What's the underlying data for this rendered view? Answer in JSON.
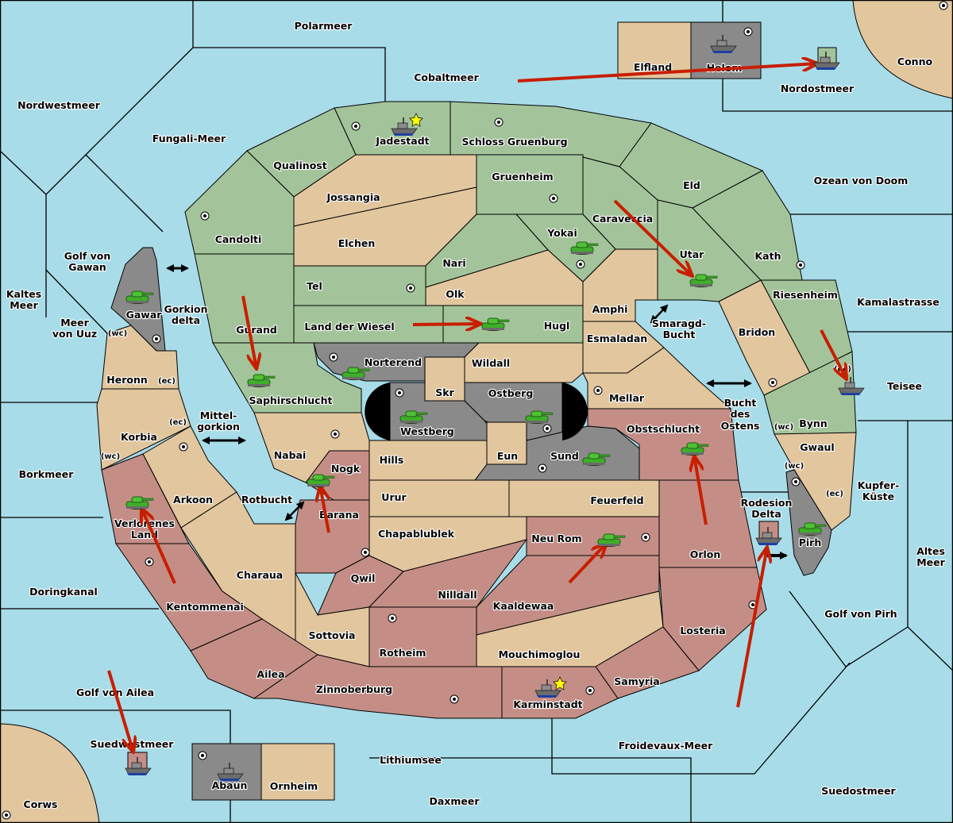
{
  "map": {
    "colors": {
      "sea": "#a8dce9",
      "green_power": "#a3c49a",
      "red_power": "#c48e86",
      "grey_power": "#8a8a8a",
      "neutral": "#e2c69e",
      "order_arrow": "#c81e00",
      "supply_star": "#ffff00"
    },
    "sea_regions": [
      {
        "name": "Polarmeer"
      },
      {
        "name": "Cobaltmeer"
      },
      {
        "name": "Nordwestmeer"
      },
      {
        "name": "Fungali-Meer"
      },
      {
        "name": "Nordostmeer"
      },
      {
        "name": "Ozean von Doom"
      },
      {
        "name": "Golf von Gawan"
      },
      {
        "name": "Kaltes Meer"
      },
      {
        "name": "Meer von Uuz"
      },
      {
        "name": "Gorkion delta"
      },
      {
        "name": "Kamalastrasse"
      },
      {
        "name": "Smaragd-Bucht"
      },
      {
        "name": "Teisee"
      },
      {
        "name": "Mittel-gorkion"
      },
      {
        "name": "Bucht des Ostens"
      },
      {
        "name": "Borkmeer"
      },
      {
        "name": "Rotbucht"
      },
      {
        "name": "Kupfer-Küste"
      },
      {
        "name": "Rodesion Delta"
      },
      {
        "name": "Altes Meer"
      },
      {
        "name": "Doringkanal"
      },
      {
        "name": "Golf von Pirh"
      },
      {
        "name": "Golf von Ailea"
      },
      {
        "name": "Suedwestmeer"
      },
      {
        "name": "Froidevaux-Meer"
      },
      {
        "name": "Lithiumsee"
      },
      {
        "name": "Daxmeer"
      },
      {
        "name": "Suedostmeer"
      }
    ],
    "land_regions": [
      {
        "name": "Elfland",
        "owner": "neutral"
      },
      {
        "name": "Helom",
        "owner": "grey"
      },
      {
        "name": "Conno",
        "owner": "neutral"
      },
      {
        "name": "Jadestadt",
        "owner": "green"
      },
      {
        "name": "Schloss Gruenburg",
        "owner": "green"
      },
      {
        "name": "Qualinost",
        "owner": "green"
      },
      {
        "name": "Jossangia",
        "owner": "neutral"
      },
      {
        "name": "Gruenheim",
        "owner": "green"
      },
      {
        "name": "Eld",
        "owner": "green"
      },
      {
        "name": "Candolti",
        "owner": "green"
      },
      {
        "name": "Elchen",
        "owner": "neutral"
      },
      {
        "name": "Caraveccia",
        "owner": "green"
      },
      {
        "name": "Yokai",
        "owner": "green"
      },
      {
        "name": "Nari",
        "owner": "green"
      },
      {
        "name": "Utar",
        "owner": "green"
      },
      {
        "name": "Kath",
        "owner": "green"
      },
      {
        "name": "Tel",
        "owner": "green"
      },
      {
        "name": "Olk",
        "owner": "neutral"
      },
      {
        "name": "Riesenheim",
        "owner": "green"
      },
      {
        "name": "Amphi",
        "owner": "neutral"
      },
      {
        "name": "Gawar",
        "owner": "grey"
      },
      {
        "name": "Gurand",
        "owner": "green"
      },
      {
        "name": "Land der Wiesel",
        "owner": "green"
      },
      {
        "name": "Hugl",
        "owner": "green"
      },
      {
        "name": "Bridon",
        "owner": "neutral"
      },
      {
        "name": "Esmaladan",
        "owner": "neutral"
      },
      {
        "name": "Norterend",
        "owner": "grey"
      },
      {
        "name": "Wildall",
        "owner": "neutral"
      },
      {
        "name": "Heronn",
        "owner": "neutral"
      },
      {
        "name": "Skr",
        "owner": "neutral"
      },
      {
        "name": "Saphirschlucht",
        "owner": "green"
      },
      {
        "name": "Ostberg",
        "owner": "grey"
      },
      {
        "name": "Mellar",
        "owner": "neutral"
      },
      {
        "name": "Westberg",
        "owner": "grey"
      },
      {
        "name": "Bynn",
        "owner": "green"
      },
      {
        "name": "Korbia",
        "owner": "neutral"
      },
      {
        "name": "Obstschlucht",
        "owner": "red"
      },
      {
        "name": "Eun",
        "owner": "neutral"
      },
      {
        "name": "Sund",
        "owner": "grey"
      },
      {
        "name": "Nabai",
        "owner": "neutral"
      },
      {
        "name": "Hills",
        "owner": "neutral"
      },
      {
        "name": "Gwaul",
        "owner": "neutral"
      },
      {
        "name": "Nogk",
        "owner": "red"
      },
      {
        "name": "Arkoon",
        "owner": "neutral"
      },
      {
        "name": "Urur",
        "owner": "neutral"
      },
      {
        "name": "Feuerfeld",
        "owner": "neutral"
      },
      {
        "name": "Verlorenes Land",
        "owner": "red"
      },
      {
        "name": "Barana",
        "owner": "red"
      },
      {
        "name": "Chapablublek",
        "owner": "neutral"
      },
      {
        "name": "Neu Rom",
        "owner": "red"
      },
      {
        "name": "Pirh",
        "owner": "grey"
      },
      {
        "name": "Orlon",
        "owner": "red"
      },
      {
        "name": "Charaua",
        "owner": "neutral"
      },
      {
        "name": "Qwil",
        "owner": "red"
      },
      {
        "name": "Nilldall",
        "owner": "red"
      },
      {
        "name": "Kentommenai",
        "owner": "red"
      },
      {
        "name": "Kaaldewaa",
        "owner": "red"
      },
      {
        "name": "Losteria",
        "owner": "red"
      },
      {
        "name": "Sottovia",
        "owner": "neutral"
      },
      {
        "name": "Rotheim",
        "owner": "red"
      },
      {
        "name": "Mouchimoglou",
        "owner": "neutral"
      },
      {
        "name": "Ailea",
        "owner": "red"
      },
      {
        "name": "Samyria",
        "owner": "red"
      },
      {
        "name": "Zinnoberburg",
        "owner": "red"
      },
      {
        "name": "Karminstadt",
        "owner": "red"
      },
      {
        "name": "Abaun",
        "owner": "grey"
      },
      {
        "name": "Ornheim",
        "owner": "neutral"
      },
      {
        "name": "Corws",
        "owner": "neutral"
      }
    ],
    "coast_labels": [
      "(wc)",
      "(ec)",
      "(ec)",
      "(wc)",
      "(ec)",
      "(wc)",
      "(wc)",
      "(ec)"
    ],
    "units": [
      {
        "type": "fleet",
        "location": "Helom",
        "owner": "grey"
      },
      {
        "type": "fleet",
        "location": "Nordostmeer",
        "owner": "green"
      },
      {
        "type": "fleet",
        "location": "Jadestadt",
        "owner": "grey"
      },
      {
        "type": "army",
        "location": "Yokai",
        "owner": "green"
      },
      {
        "type": "army",
        "location": "Utar",
        "owner": "green"
      },
      {
        "type": "army",
        "location": "Gawar",
        "owner": "green"
      },
      {
        "type": "army",
        "location": "Hugl",
        "owner": "green"
      },
      {
        "type": "army",
        "location": "Saphirschlucht",
        "owner": "green"
      },
      {
        "type": "army",
        "location": "Norterend",
        "owner": "green"
      },
      {
        "type": "army",
        "location": "Westberg",
        "owner": "green"
      },
      {
        "type": "army",
        "location": "Ostberg",
        "owner": "green"
      },
      {
        "type": "army",
        "location": "Sund",
        "owner": "green"
      },
      {
        "type": "army",
        "location": "Obstschlucht",
        "owner": "green"
      },
      {
        "type": "fleet",
        "location": "Riesenheim (ec)",
        "owner": "grey"
      },
      {
        "type": "army",
        "location": "Nogk",
        "owner": "green"
      },
      {
        "type": "army",
        "location": "Verlorenes Land",
        "owner": "green"
      },
      {
        "type": "army",
        "location": "Neu Rom",
        "owner": "green"
      },
      {
        "type": "army",
        "location": "Pirh",
        "owner": "green"
      },
      {
        "type": "fleet",
        "location": "Rodesion Delta",
        "owner": "red"
      },
      {
        "type": "fleet",
        "location": "Karminstadt",
        "owner": "grey"
      },
      {
        "type": "fleet",
        "location": "Suedwestmeer",
        "owner": "red"
      },
      {
        "type": "fleet",
        "location": "Abaun",
        "owner": "grey"
      }
    ],
    "orders": [
      {
        "from": "Cobaltmeer",
        "to": "Nordostmeer",
        "type": "move"
      },
      {
        "from": "Caraveccia",
        "to": "Utar",
        "type": "move"
      },
      {
        "from": "Gurand",
        "to": "Saphirschlucht",
        "type": "move"
      },
      {
        "from": "Land der Wiesel",
        "to": "Hugl",
        "type": "move"
      },
      {
        "from": "Riesenheim",
        "to": "Riesenheim (ec)",
        "type": "move"
      },
      {
        "from": "Orlon",
        "to": "Obstschlucht",
        "type": "move"
      },
      {
        "from": "Barana",
        "to": "Nogk",
        "type": "move"
      },
      {
        "from": "Kentommenai",
        "to": "Verlorenes Land",
        "type": "move"
      },
      {
        "from": "Kaaldewaa",
        "to": "Neu Rom",
        "type": "move"
      },
      {
        "from": "Froidevaux-Meer",
        "to": "Rodesion Delta",
        "type": "move"
      },
      {
        "from": "Golf von Ailea",
        "to": "Suedwestmeer",
        "type": "move"
      }
    ],
    "canal_arrows": [
      "Gorkion delta",
      "Mittel-gorkion",
      "Rotbucht",
      "Smaragd-Bucht",
      "Bucht des Ostens",
      "Rodesion Delta"
    ],
    "home_stars": [
      "Jadestadt",
      "Karminstadt"
    ]
  }
}
